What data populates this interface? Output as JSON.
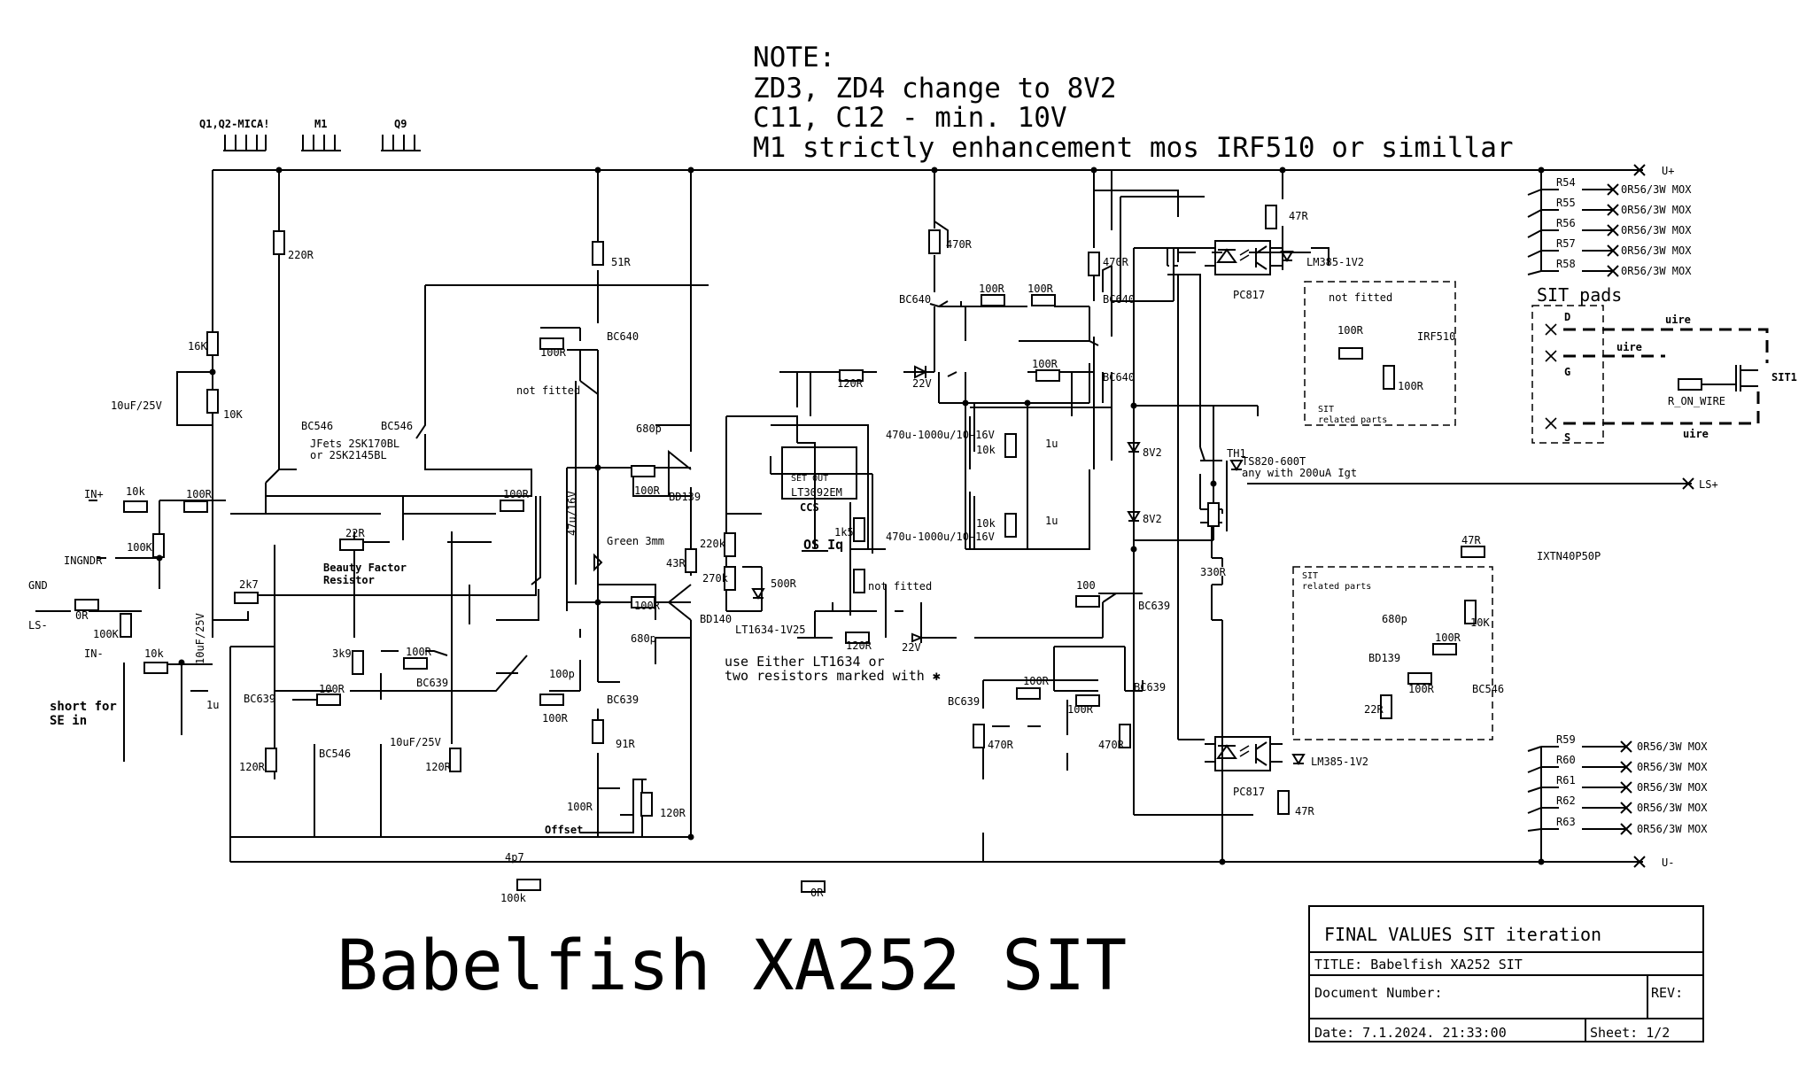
{
  "note": {
    "heading": "NOTE:",
    "line1": "ZD3, ZD4 change to 8V2",
    "line2": "C11, C12 - min. 10V",
    "line3": "M1 strictly enhancement mos IRF510 or simillar"
  },
  "heatsinks": {
    "q1q2": "Q1,Q2-MICA!",
    "m1": "M1",
    "q9": "Q9"
  },
  "title_main": "Babelfish XA252 SIT",
  "title_block": {
    "header": "FINAL VALUES SIT iteration",
    "title": "TITLE:  Babelfish XA252 SIT",
    "doc_number_label": "Document Number:",
    "rev_label": "REV:",
    "date": "Date: 7.1.2024. 21:33:00",
    "sheet": "Sheet: 1/2"
  },
  "rails": {
    "vplus": "U+",
    "vminus": "U-",
    "lsplus": "LS+"
  },
  "inputs": {
    "inplus": "IN+",
    "inminus": "IN-",
    "ingndr": "INGNDR",
    "gnd": "GND",
    "lsminus": "LS-",
    "short_for": "short for",
    "se_in": "SE in"
  },
  "texts": {
    "jfets1": "JFets 2SK170BL",
    "jfets2": "or 2SK2145BL",
    "beauty1": "Beauty Factor",
    "beauty2": "Resistor",
    "use1": "use Either LT1634 or",
    "use2": "two resistors marked with ✱",
    "osiq": "OS Iq",
    "ccs": "CCS",
    "offset": "Offset",
    "sit_pads": "SIT pads",
    "wire": "uire",
    "sit_related": "SIT",
    "related_parts": "related parts",
    "th_note1": "TS820-600T",
    "th_note2": "any with 200uA Igt",
    "lt_chip": "LT3092",
    "lt_pins": "SET OUT",
    "r_on_wire": "R_ON_WIRE"
  },
  "components": {
    "R1": "100K",
    "R2": "10k",
    "R3": "100K",
    "R4": "10k",
    "R5": "100R",
    "R6": "16K",
    "R7": "10K",
    "R8": "2k7",
    "R9": "120R",
    "R10": "220R",
    "R11": "100R",
    "R12": "3k9",
    "R13": "100R",
    "R14": "120R",
    "R15": "100R",
    "R16": "100k",
    "R17": "100R",
    "R18": "100R",
    "R19": "51R",
    "R20": "91R",
    "R21": "100R",
    "R22": "100R",
    "R23": "120R",
    "R24": "43R",
    "R25": "0R",
    "R26": "120R",
    "R27": "120R",
    "R28": "1k5",
    "R29": "470R",
    "R30": "470R",
    "R31": "100R",
    "R32": "10k",
    "R33": "10k",
    "R34": "100R",
    "R35": "100R",
    "R36": "100R",
    "R37": "100R",
    "R38": "100",
    "R39": "470R",
    "R40": "470R",
    "R41": "330R",
    "R42": "47R",
    "R43": "47R",
    "R44": "100R",
    "R46": "100R",
    "R47": "22R",
    "R48": "100R",
    "R49": "100R",
    "R50": "10K",
    "R52": "47R",
    "BFR": "22R",
    "GBR": "0R",
    "Rsss": "220k",
    "Rss": "270k",
    "RT": "not fitted",
    "C1": "10uF/25V",
    "C2": "10uF/25V",
    "C3": "1u",
    "C4": "10uF/25V",
    "C5": "4p7",
    "C6": "47u/16V",
    "C7": "not fitted",
    "C8": "100p",
    "C9": "680p",
    "C10": "680p",
    "C11": "470u-1000u/10-16V",
    "C12": "470u-1000u/10-16V",
    "C13": "1u",
    "C14": "1u",
    "C15": "not fitted",
    "C16": "680p",
    "P1": "100R",
    "P2": "500R",
    "ZD1": "22V",
    "ZD2": "22V",
    "ZD3": "8V2",
    "ZD4": "8V2",
    "V1": "LM385-1V2",
    "V2": "LM385-1V2",
    "OK1": "PC817",
    "OK2": "PC817",
    "TH1": "TH1",
    "M1": "IRF510",
    "M3": "IXTN40P50P",
    "VR1": "LT1634-1V25",
    "LED1": "Green 3mm",
    "Q1": "BD139",
    "Q2": "BD140",
    "Q3": "BC640",
    "Q4": "BC639",
    "Q5": "BC640",
    "Q6": "BC640",
    "Q7": "BC639",
    "Q8": "BC639",
    "Q9": "BD139",
    "T1": "BC639",
    "T2": "BC546",
    "T3": "BC546",
    "T4": "BC546",
    "T5": "BC639",
    "T6": "BC640",
    "T7": "BC639",
    "T8": "BC546",
    "IC": "LT3092EM",
    "SIT1": "SIT1"
  },
  "emitters": {
    "upper": [
      {
        "ref": "R54",
        "val": "0R56/3W MOX"
      },
      {
        "ref": "R55",
        "val": "0R56/3W MOX"
      },
      {
        "ref": "R56",
        "val": "0R56/3W MOX"
      },
      {
        "ref": "R57",
        "val": "0R56/3W MOX"
      },
      {
        "ref": "R58",
        "val": "0R56/3W MOX"
      }
    ],
    "lower": [
      {
        "ref": "R59",
        "val": "0R56/3W MOX"
      },
      {
        "ref": "R60",
        "val": "0R56/3W MOX"
      },
      {
        "ref": "R61",
        "val": "0R56/3W MOX"
      },
      {
        "ref": "R62",
        "val": "0R56/3W MOX"
      },
      {
        "ref": "R63",
        "val": "0R56/3W MOX"
      }
    ]
  },
  "sit_pads": {
    "d": "D",
    "g": "G",
    "s": "S"
  }
}
